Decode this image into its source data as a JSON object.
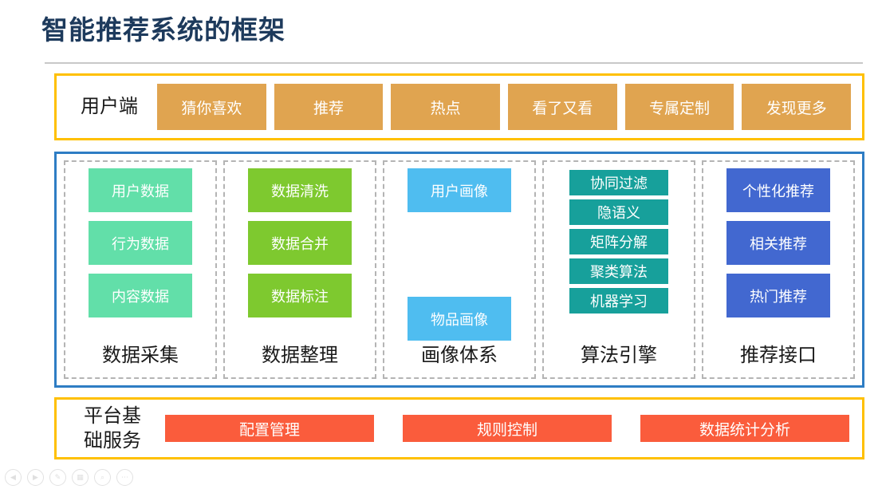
{
  "slide": {
    "title": "智能推荐系统的框架"
  },
  "user_band": {
    "label": "用户端",
    "chips": [
      {
        "label": "猜你喜欢"
      },
      {
        "label": "推荐"
      },
      {
        "label": "热点"
      },
      {
        "label": "看了又看"
      },
      {
        "label": "专属定制"
      },
      {
        "label": "发现更多"
      }
    ],
    "border_color": "#ffc000",
    "chip_color": "#e0a450"
  },
  "middle_band": {
    "border_color": "#2e7dc4",
    "columns": [
      {
        "title": "数据采集",
        "color": "#62dfa9",
        "style": "big",
        "items": [
          {
            "label": "用户数据"
          },
          {
            "label": "行为数据"
          },
          {
            "label": "内容数据"
          }
        ]
      },
      {
        "title": "数据整理",
        "color": "#7ec92f",
        "style": "big",
        "items": [
          {
            "label": "数据清洗"
          },
          {
            "label": "数据合并"
          },
          {
            "label": "数据标注"
          }
        ]
      },
      {
        "title": "画像体系",
        "color": "#4fbdf0",
        "style": "split",
        "items": [
          {
            "label": "用户画像"
          },
          {
            "label": "物品画像"
          }
        ]
      },
      {
        "title": "算法引擎",
        "color": "#17a09b",
        "style": "small",
        "items": [
          {
            "label": "协同过滤"
          },
          {
            "label": "隐语义"
          },
          {
            "label": "矩阵分解"
          },
          {
            "label": "聚类算法"
          },
          {
            "label": "机器学习"
          }
        ]
      },
      {
        "title": "推荐接口",
        "color": "#4268d0",
        "style": "big",
        "items": [
          {
            "label": "个性化推荐"
          },
          {
            "label": "相关推荐"
          },
          {
            "label": "热门推荐"
          }
        ]
      }
    ]
  },
  "platform_band": {
    "label_line1": "平台基",
    "label_line2": "础服务",
    "chips": [
      {
        "label": "配置管理"
      },
      {
        "label": "规则控制"
      },
      {
        "label": "数据统计分析"
      }
    ],
    "border_color": "#ffc000",
    "chip_color": "#fa5c3c"
  },
  "toolbar": {
    "icons": [
      {
        "name": "previous-icon",
        "glyph": "◀"
      },
      {
        "name": "play-icon",
        "glyph": "▶"
      },
      {
        "name": "pen-icon",
        "glyph": "✎"
      },
      {
        "name": "grid-icon",
        "glyph": "▦"
      },
      {
        "name": "search-icon",
        "glyph": "⌕"
      },
      {
        "name": "more-icon",
        "glyph": "⋯"
      }
    ]
  }
}
